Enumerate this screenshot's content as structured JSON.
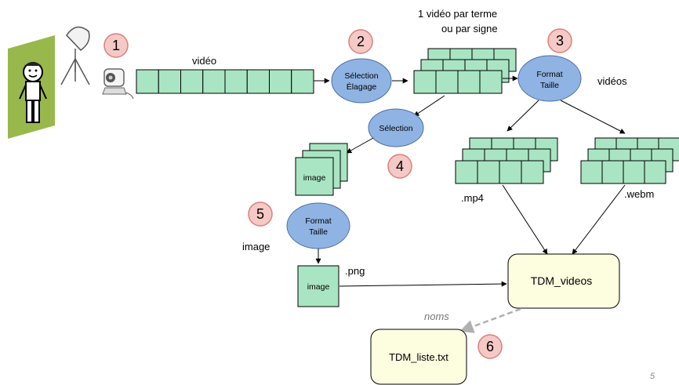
{
  "labels": {
    "video": "vidéo",
    "one_video_line1": "1 vidéo par terme",
    "one_video_line2": "ou par signe",
    "videos": "vidéos",
    "image_side": "image",
    "mp4": ".mp4",
    "webm": ".webm",
    "png": ".png",
    "noms": "noms",
    "page_number": "5"
  },
  "ellipses": {
    "selection_elagage_1": "Sélection",
    "selection_elagage_2": "Élagage",
    "format_taille_1": "Format",
    "format_taille_2": "Taille",
    "selection": "Sélection",
    "format_taille_img_1": "Format",
    "format_taille_img_2": "Taille"
  },
  "boxes": {
    "tdm_videos": "TDM_videos",
    "tdm_liste": "TDM_liste.txt",
    "image_stack": "image",
    "image_png": "image"
  },
  "steps": [
    "1",
    "2",
    "3",
    "4",
    "5",
    "6"
  ],
  "colors": {
    "frame_fill": "#a9e5c2",
    "ellipse_fill": "#8fb3e3",
    "step_fill": "#f5c9c5",
    "step_stroke": "#d9817a",
    "doc_fill": "#fdfde0",
    "person_bg": "#98b84c",
    "dashed_arrow": "#b0b0b0"
  },
  "icons": [
    "person-icon",
    "studio-light-icon",
    "webcam-icon"
  ]
}
